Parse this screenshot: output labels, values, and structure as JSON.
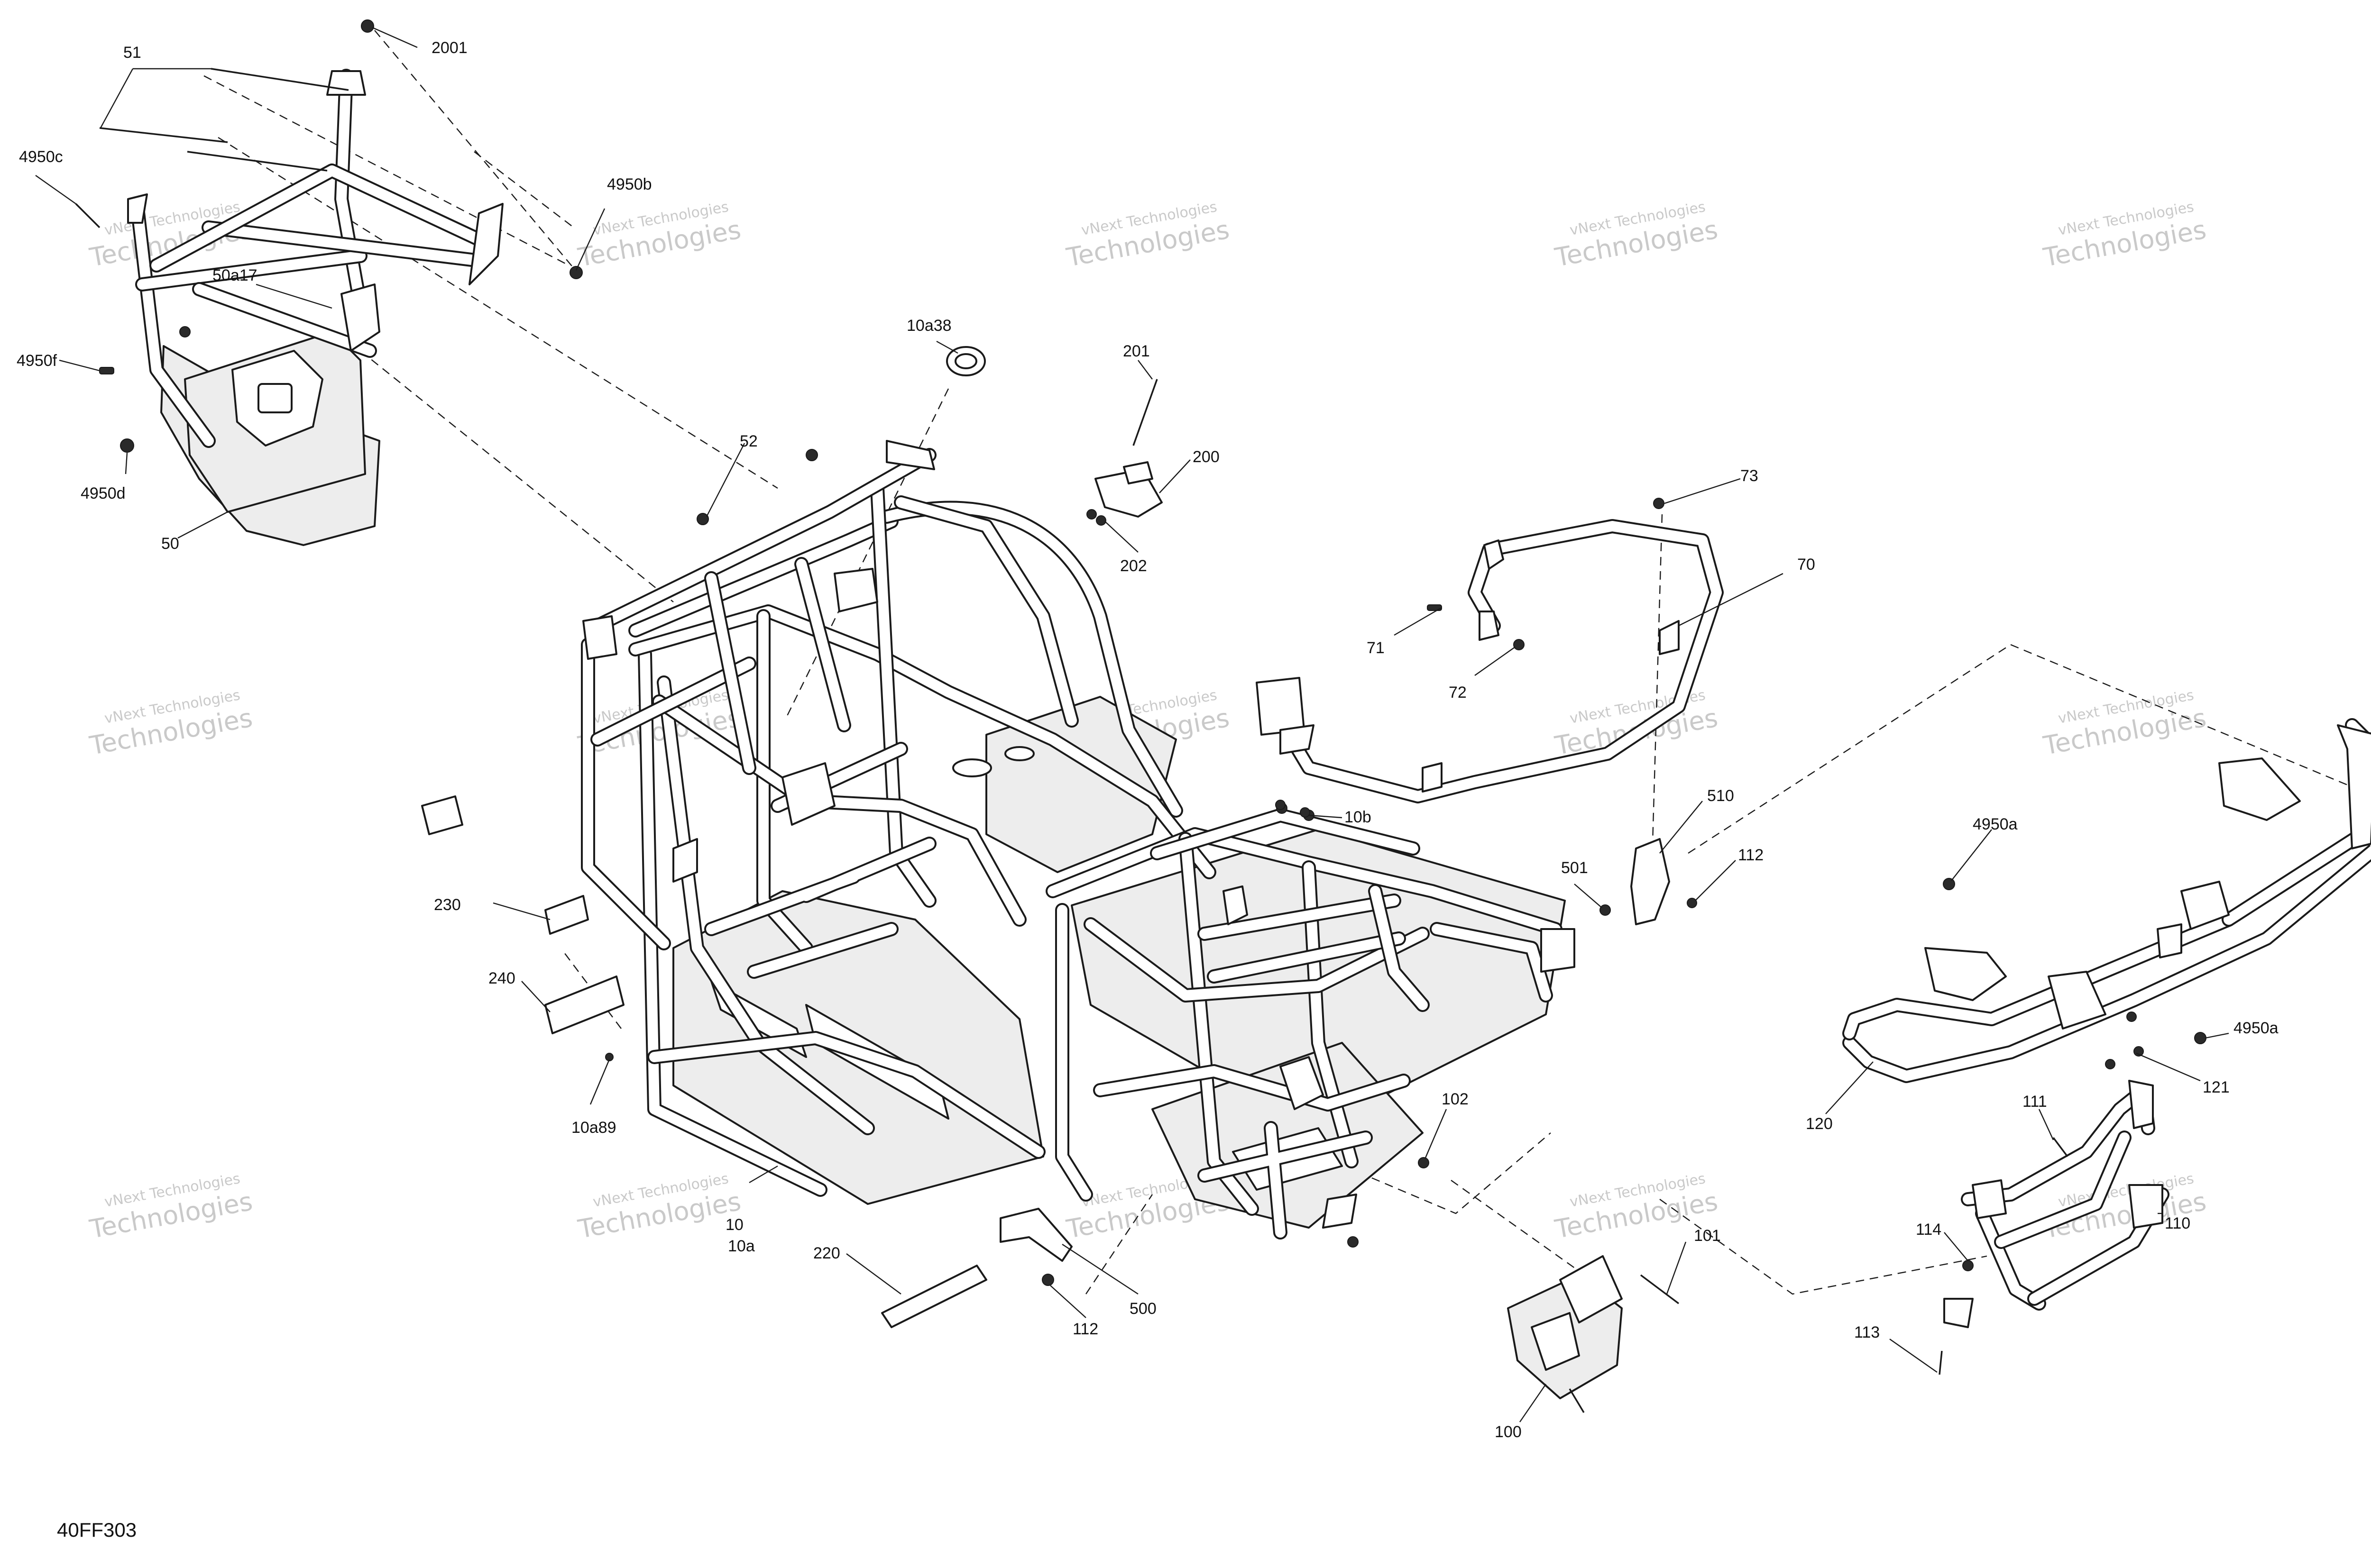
{
  "diagram": {
    "figure_code": "40FF303",
    "watermark": {
      "line1": "vNext Technologies",
      "line2": "Technologies",
      "color": "#c9c9c9"
    },
    "callouts": [
      {
        "id": "c-2001",
        "label": "2001"
      },
      {
        "id": "c-51",
        "label": "51"
      },
      {
        "id": "c-4950c",
        "label": "4950c"
      },
      {
        "id": "c-4950b",
        "label": "4950b"
      },
      {
        "id": "c-50a17",
        "label": "50a17"
      },
      {
        "id": "c-4950f",
        "label": "4950f"
      },
      {
        "id": "c-4950d",
        "label": "4950d"
      },
      {
        "id": "c-50",
        "label": "50"
      },
      {
        "id": "c-10a38",
        "label": "10a38"
      },
      {
        "id": "c-201",
        "label": "201"
      },
      {
        "id": "c-200",
        "label": "200"
      },
      {
        "id": "c-202",
        "label": "202"
      },
      {
        "id": "c-52",
        "label": "52"
      },
      {
        "id": "c-73",
        "label": "73"
      },
      {
        "id": "c-70",
        "label": "70"
      },
      {
        "id": "c-71",
        "label": "71"
      },
      {
        "id": "c-72",
        "label": "72"
      },
      {
        "id": "c-10b",
        "label": "10b"
      },
      {
        "id": "c-510",
        "label": "510"
      },
      {
        "id": "c-112a",
        "label": "112"
      },
      {
        "id": "c-501",
        "label": "501"
      },
      {
        "id": "c-4950a-top",
        "label": "4950a"
      },
      {
        "id": "c-4950a-right",
        "label": "4950a"
      },
      {
        "id": "c-121",
        "label": "121"
      },
      {
        "id": "c-120",
        "label": "120"
      },
      {
        "id": "c-230",
        "label": "230"
      },
      {
        "id": "c-240",
        "label": "240"
      },
      {
        "id": "c-10a89",
        "label": "10a89"
      },
      {
        "id": "c-102",
        "label": "102"
      },
      {
        "id": "c-10",
        "label": "10"
      },
      {
        "id": "c-10a",
        "label": "10a"
      },
      {
        "id": "c-220",
        "label": "220"
      },
      {
        "id": "c-500",
        "label": "500"
      },
      {
        "id": "c-112b",
        "label": "112"
      },
      {
        "id": "c-101",
        "label": "101"
      },
      {
        "id": "c-100",
        "label": "100"
      },
      {
        "id": "c-111",
        "label": "111"
      },
      {
        "id": "c-110",
        "label": "110"
      },
      {
        "id": "c-114",
        "label": "114"
      },
      {
        "id": "c-113",
        "label": "113"
      }
    ]
  }
}
